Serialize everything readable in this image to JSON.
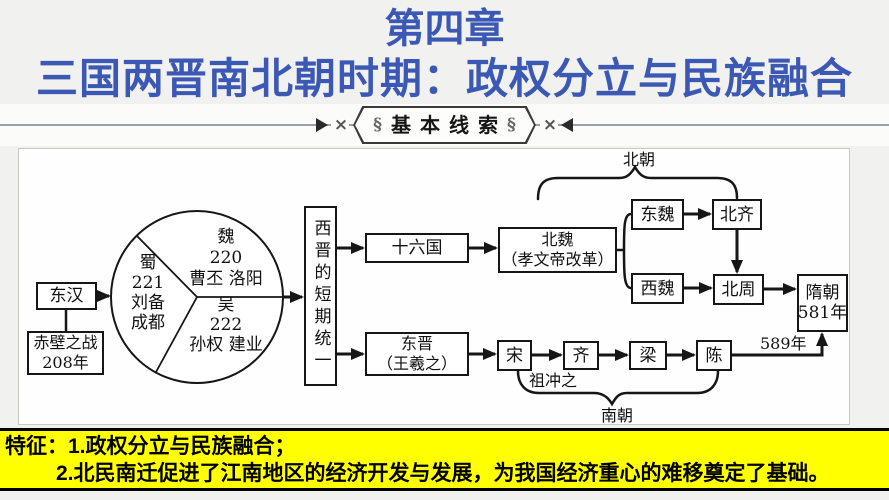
{
  "header": {
    "chapter": "第四章",
    "subtitle": "三国两晋南北朝时期：政权分立与民族融合"
  },
  "divider": {
    "label": "基本线索",
    "ornament_x": "×",
    "ornament_curl": "§"
  },
  "diagram": {
    "east_han": "东汉",
    "chibi": {
      "line1": "赤壁之战",
      "line2": "208年"
    },
    "circle": {
      "wei": {
        "name": "魏",
        "year": "220",
        "detail": "曹丕 洛阳"
      },
      "shu": {
        "name": "蜀",
        "year": "221",
        "ruler": "刘备",
        "capital": "成都"
      },
      "wu": {
        "name": "吴",
        "year": "222",
        "detail": "孙权 建业"
      }
    },
    "west_jin": "西晋的短期统一",
    "sixteen_kingdoms": "十六国",
    "east_jin": {
      "line1": "东晋",
      "line2": "（王羲之）"
    },
    "north_wei": {
      "line1": "北魏",
      "line2": "（孝文帝改革）"
    },
    "east_wei": "东魏",
    "north_qi": "北齐",
    "west_wei": "西魏",
    "north_zhou": "北周",
    "sui": {
      "line1": "隋朝",
      "line2": "581年"
    },
    "song": "宋",
    "qi": "齐",
    "liang": "梁",
    "chen": "陈",
    "label_north_dynasties": "北朝",
    "label_south_dynasties": "南朝",
    "label_zu_chongzhi": "祖冲之",
    "label_589": "589年"
  },
  "footer": {
    "line1": "特征：1.政权分立与民族融合；",
    "line2": "2.北民南迁促进了江南地区的经济开发与发展，为我国经济重心的难移奠定了基础。"
  },
  "colors": {
    "title_blue": "#3b58b4",
    "highlight_yellow": "#ffff00",
    "line_black": "#161616"
  }
}
